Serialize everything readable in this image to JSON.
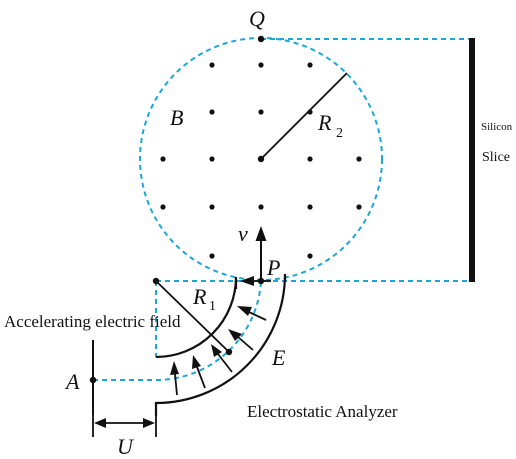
{
  "labels": {
    "Q": "Q",
    "B": "B",
    "R": "R",
    "R2_sub": "2",
    "R1_sub": "1",
    "v": "v",
    "P": "P",
    "A": "A",
    "E": "E",
    "U": "U",
    "silicon": "Silicon",
    "slice": "Slice",
    "accelerating_field": "Accelerating electric field",
    "analyzer": "Electrostatic Analyzer"
  },
  "colors": {
    "dashed_boundary": "#1aa7d8",
    "ink": "#111111"
  }
}
